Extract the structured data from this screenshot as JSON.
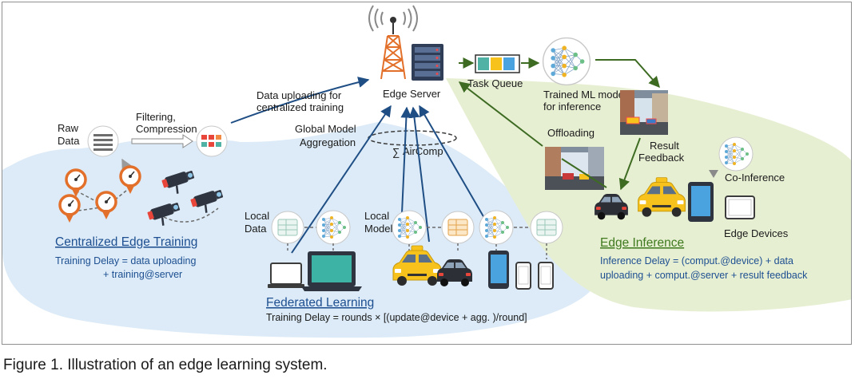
{
  "edge_server": {
    "label": "Edge Server"
  },
  "task_queue": {
    "label": "Task Queue"
  },
  "trained_model": {
    "line1": "Trained ML model",
    "line2": "for inference"
  },
  "upload": {
    "line1": "Data uploading for",
    "line2": "centralized training"
  },
  "raw_data": {
    "line1": "Raw",
    "line2": "Data"
  },
  "filtering": {
    "line1": "Filtering,",
    "line2": "Compression"
  },
  "global_model": {
    "line1": "Global Model",
    "line2": "Aggregation"
  },
  "aircomp": {
    "label": "AirComp",
    "symbol": "∑"
  },
  "offloading": {
    "label": "Offloading"
  },
  "result_feedback": {
    "line1": "Result",
    "line2": "Feedback"
  },
  "co_inference": {
    "label": "Co-Inference"
  },
  "local_data": {
    "line1": "Local",
    "line2": "Data"
  },
  "local_model": {
    "line1": "Local",
    "line2": "Model"
  },
  "edge_devices": {
    "label": "Edge Devices"
  },
  "centralized": {
    "title": "Centralized Edge Training",
    "delay_line1": "Training Delay = data uploading",
    "delay_line2": "+ training@server"
  },
  "federated": {
    "title": "Federated Learning",
    "delay": "Training Delay = rounds × [(update@device + agg. )/round]"
  },
  "edge_inference": {
    "title": "Edge Inference",
    "delay_line1": "Inference Delay = (comput.@device) + data",
    "delay_line2": "uploading + comput.@server + result feedback"
  },
  "caption": {
    "label": "Figure 1.",
    "text": " Illustration of an edge learning system."
  },
  "colors": {
    "blue_region": "#dcebf7",
    "green_region": "#e7efd3",
    "arrow_blue": "#1f4e85",
    "arrow_green": "#3d6b22",
    "title_blue": "#1d4f91",
    "title_green": "#3f7a1e",
    "taxi_yellow": "#f7c21c",
    "tower_orange": "#e3702a"
  },
  "icons": [
    "antenna-tower-icon",
    "server-rack-icon",
    "queue-icon",
    "neural-network-icon",
    "document-icon",
    "packet-icon",
    "sensor-gauge-icon",
    "surveillance-camera-icon",
    "laptop-icon",
    "taxi-icon",
    "car-icon",
    "smartphone-icon",
    "tablet-icon",
    "street-photo-icon"
  ]
}
